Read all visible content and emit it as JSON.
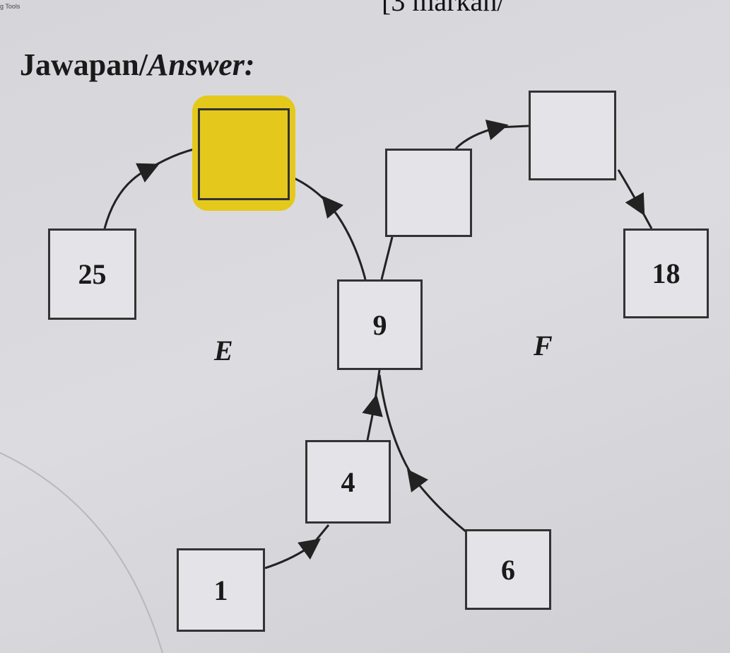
{
  "header": {
    "tools_label": "g Tools",
    "marks_label": "[3 markah/"
  },
  "title": {
    "malay": "Jawapan/",
    "english": "Answer:"
  },
  "diagram": {
    "nodes": {
      "top_left_answer": "",
      "top_middle_blank": "",
      "top_right_blank": "",
      "left": "25",
      "right": "18",
      "center": "9",
      "lower_center": "4",
      "bottom_left": "1",
      "bottom_right": "6"
    },
    "region_labels": {
      "left": "E",
      "right": "F"
    },
    "highlight_color": "#e4c91c"
  }
}
